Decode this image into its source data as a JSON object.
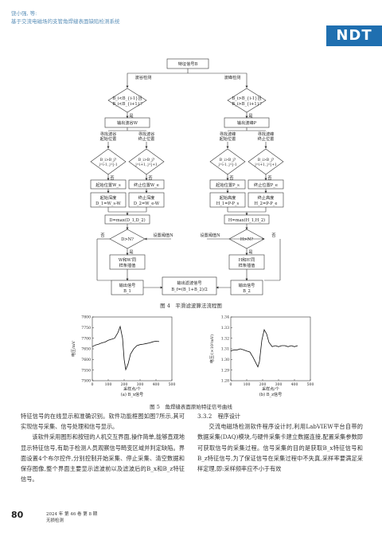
{
  "header": {
    "authors": "饶小强, 等:",
    "title": "基于交流电磁场的支管角焊缝表面缺陷检测系统"
  },
  "logo": "NDT",
  "flowchart": {
    "start": "特征信号B",
    "left_branch": "波谷检测",
    "right_branch": "波峰检测",
    "cond_valley": [
      "B_i<B_{i-1}且",
      "B_i<B_{i+1}?"
    ],
    "cond_peak": [
      "B_i>B_{i-1}且",
      "B_i>B_{i+1}?"
    ],
    "yes": "是",
    "no": "否",
    "out_valley": "输出波谷W",
    "out_peak": "输出波峰P",
    "find_valley_start": [
      "寻找波谷",
      "起始位置"
    ],
    "find_valley_end": [
      "寻找波谷",
      "终止位置"
    ],
    "find_peak_start": [
      "寻找波峰",
      "起始位置"
    ],
    "find_peak_end": [
      "寻找波峰",
      "终止位置"
    ],
    "d_left1": [
      "B_i>B_j?",
      "j=i-1, j=j-1"
    ],
    "d_left2": [
      "B_i>B_j?",
      "j=i+1, j=j+1"
    ],
    "d_right1": [
      "B_i>B_j?",
      "j=i-1, j=j-1"
    ],
    "d_right2": [
      "B_i>B_j?",
      "j=i+1, j=j+1"
    ],
    "pos_ws": "起始位置W_s",
    "pos_we": "终止位置W_e",
    "pos_ps": "起始位置P_s",
    "pos_pe": "终止位置P_e",
    "depth_start": [
      "起始深度",
      "D_1=W_s-W"
    ],
    "depth_end": [
      "终止深度",
      "D_2=W_e-W"
    ],
    "height_start": [
      "起始高度",
      "H_1=P-P_s"
    ],
    "height_end": [
      "终止高度",
      "H_2=P-P_e"
    ],
    "dmax": "D=max(D_1,D_2)",
    "hmax": "H=max(H_1,H_2)",
    "threshold": "设置阈值N",
    "cond_d": "D>N?",
    "cond_h": "H>N?",
    "merge_w": [
      "W和W′同",
      "样条插值"
    ],
    "merge_h": [
      "H和H′同",
      "样条插值"
    ],
    "out_b1": [
      "输出信号",
      "B_1"
    ],
    "out_b2": [
      "输出信号",
      "B_2"
    ],
    "out_final": [
      "输出滤波信号",
      "B_f=(B_1+B_2)/2"
    ]
  },
  "figure4_caption": "图 4　平滑滤波算法流程图",
  "figure5_caption": "图 5　角焊缝表面原始特征信号曲线",
  "chart_data": [
    {
      "type": "line",
      "caption": "(a) B_x信号",
      "xlabel": "采样点/个",
      "ylabel": "电压/mV",
      "xlim": [
        0,
        500
      ],
      "ylim": [
        7500,
        7800
      ],
      "xticks": [
        0,
        100,
        200,
        300,
        400,
        500
      ],
      "yticks": [
        7500,
        7550,
        7600,
        7650,
        7700,
        7750,
        7800
      ],
      "series": [
        {
          "x": [
            0,
            20,
            40,
            60,
            80,
            100,
            120,
            140,
            160,
            175,
            190,
            200,
            210,
            225,
            240,
            260,
            280,
            300,
            320,
            340,
            360,
            380,
            400,
            420
          ],
          "y": [
            7660,
            7668,
            7672,
            7678,
            7682,
            7690,
            7695,
            7700,
            7725,
            7755,
            7700,
            7600,
            7552,
            7580,
            7625,
            7650,
            7665,
            7670,
            7672,
            7675,
            7678,
            7683,
            7686,
            7684
          ]
        }
      ]
    },
    {
      "type": "line",
      "caption": "(b) B_z信号",
      "xlabel": "采样点/个",
      "ylabel": "电压/(×10²mV)",
      "xlim": [
        0,
        500
      ],
      "ylim": [
        1.28,
        1.34
      ],
      "xticks": [
        0,
        100,
        200,
        300,
        400,
        500
      ],
      "yticks": [
        1.28,
        1.29,
        1.3,
        1.31,
        1.32,
        1.33,
        1.34
      ],
      "series": [
        {
          "x": [
            0,
            20,
            40,
            60,
            80,
            100,
            120,
            140,
            160,
            170,
            180,
            195,
            210,
            225,
            240,
            260,
            280,
            300,
            320,
            340,
            360,
            380,
            400,
            420
          ],
          "y": [
            1.308,
            1.309,
            1.309,
            1.31,
            1.309,
            1.308,
            1.307,
            1.302,
            1.296,
            1.293,
            1.298,
            1.318,
            1.328,
            1.324,
            1.316,
            1.312,
            1.313,
            1.312,
            1.313,
            1.313,
            1.312,
            1.313,
            1.312,
            1.313
          ]
        }
      ]
    }
  ],
  "body_left": {
    "p1": "特征信号的在线显示和准确识别。软件功能框图如图7所示,其可实现信号采集、信号处理和信号显示。",
    "p2": "该软件采用图形和按钮的人机交互界面,操作简单,能够直观地显示特征信号,有助于检测人员观察信号畸变区域并判定缺陷。界面设置4个布尔控件,分别控制开始采集、停止采集、清空数据和保存图像,整个界面主要显示滤波前以及滤波后的B_x和B_z特征信号。"
  },
  "body_right": {
    "heading": "3.3.2　程序设计",
    "p1": "交流电磁场检测软件程序设计时,利用LabVIEW平台自带的数据采集(DAQ)模块,与硬件采集卡建立数据连接,配置采集参数即可获取信号的采集过程。信号采集的目的是获取B_x特征信号和B_z特征信号,为了保证信号在采集过程中不失真,采样率要满足采样定理,即:采样频率应不小于有效"
  },
  "footer": {
    "page_number": "80",
    "journal_line1": "2024 年 第 46 卷 第 8 期",
    "journal_line2": "无损检测"
  }
}
